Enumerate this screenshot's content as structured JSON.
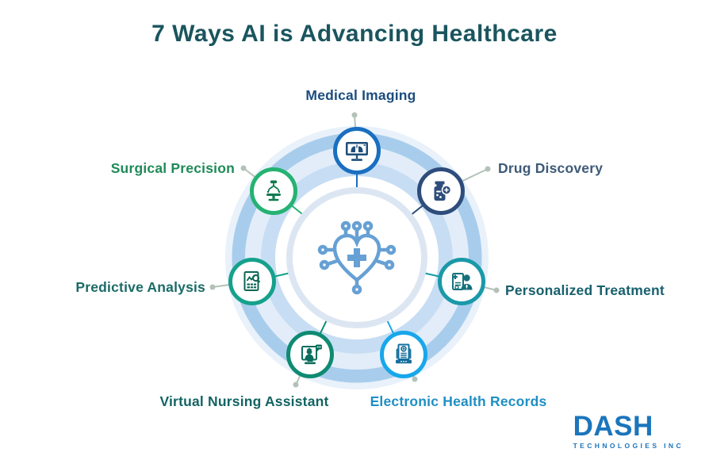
{
  "title": "7 Ways AI is Advancing Healthcare",
  "title_color": "#1a555e",
  "center": {
    "icon": "ai-heart-circuit-icon",
    "icon_color": "#66a0d4",
    "border_color": "#dce6f3",
    "fill": "#ffffff"
  },
  "ring": {
    "halo": "#e9f1fa",
    "outer": "#a8cdec",
    "middle": "#e3edf9",
    "inner": "#c7ddf3"
  },
  "connector_color": "#b3c2b8",
  "items": [
    {
      "label": "Medical Imaging",
      "color": "#1a6fc0",
      "label_color": "#1b4d7e",
      "icon": "monitor-lungs-icon",
      "icon_color": "#1f4e79"
    },
    {
      "label": "Drug Discovery",
      "color": "#2e4d7c",
      "label_color": "#3e5a78",
      "icon": "pill-bottle-icon",
      "icon_color": "#2e4d7c"
    },
    {
      "label": "Personalized Treatment",
      "color": "#1a99a8",
      "label_color": "#17606d",
      "icon": "doctor-clipboard-icon",
      "icon_color": "#14717c"
    },
    {
      "label": "Electronic Health Records",
      "color": "#18a7ea",
      "label_color": "#1e8fc4",
      "icon": "laptop-document-icon",
      "icon_color": "#156f9e"
    },
    {
      "label": "Virtual Nursing Assistant",
      "color": "#0e8b72",
      "label_color": "#136463",
      "icon": "nurse-screen-icon",
      "icon_color": "#0b6e5d"
    },
    {
      "label": "Predictive Analysis",
      "color": "#15a18c",
      "label_color": "#1a6b66",
      "icon": "chart-document-icon",
      "icon_color": "#0e6655"
    },
    {
      "label": "Surgical Precision",
      "color": "#25b273",
      "label_color": "#1e8a58",
      "icon": "surgical-robot-icon",
      "icon_color": "#0f7a4f"
    }
  ],
  "logo": {
    "name": "DASH",
    "subtitle": "TECHNOLOGIES INC",
    "color": "#1b75bc"
  }
}
